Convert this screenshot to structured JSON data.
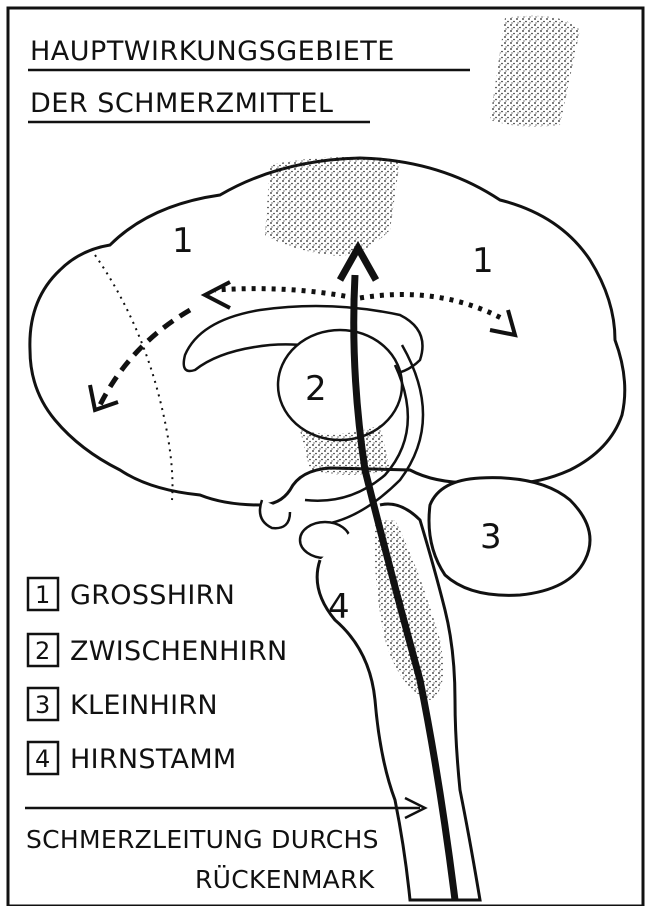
{
  "title": {
    "line1": "HAUPTWIRKUNGSGEBIETE",
    "line2": "DER SCHMERZMITTEL"
  },
  "regions": [
    {
      "id": "1",
      "label": "1"
    },
    {
      "id": "1b",
      "label": "1"
    },
    {
      "id": "2",
      "label": "2"
    },
    {
      "id": "3",
      "label": "3"
    },
    {
      "id": "4",
      "label": "4"
    }
  ],
  "legend": [
    {
      "num": "1",
      "label": "GROSSHIRN"
    },
    {
      "num": "2",
      "label": "ZWISCHENHIRN"
    },
    {
      "num": "3",
      "label": "KLEINHIRN"
    },
    {
      "num": "4",
      "label": "HIRNSTAMM"
    }
  ],
  "footer": {
    "line1": "SCHMERZLEITUNG DURCHS",
    "line2": "RÜCKENMARK"
  }
}
